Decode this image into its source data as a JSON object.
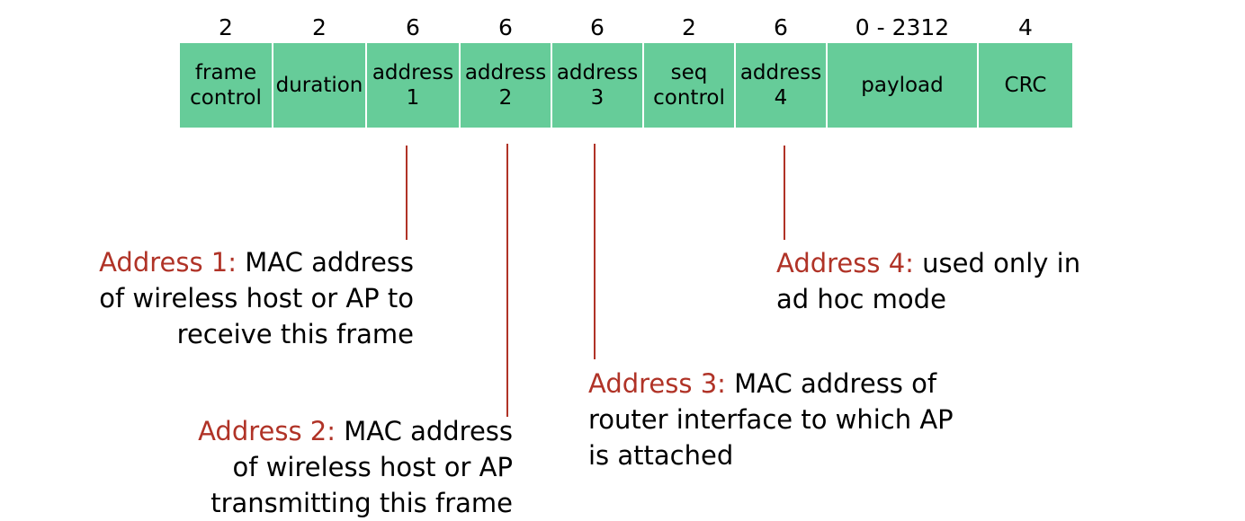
{
  "frame": {
    "fields": [
      {
        "size": "2",
        "label": "frame\ncontrol"
      },
      {
        "size": "2",
        "label": "duration"
      },
      {
        "size": "6",
        "label": "address\n1"
      },
      {
        "size": "6",
        "label": "address\n2"
      },
      {
        "size": "6",
        "label": "address\n3"
      },
      {
        "size": "2",
        "label": "seq\ncontrol"
      },
      {
        "size": "6",
        "label": "address\n4"
      },
      {
        "size": "0 - 2312",
        "label": "payload"
      },
      {
        "size": "4",
        "label": "CRC"
      }
    ]
  },
  "notes": {
    "address1": {
      "title": "Address 1:",
      "line1_rest": " MAC address",
      "line2": "of wireless host or AP  to",
      "line3": "receive this frame"
    },
    "address2": {
      "title": "Address 2:",
      "line1_rest": " MAC address",
      "line2": "of wireless host or AP",
      "line3": "transmitting this frame"
    },
    "address3": {
      "title": "Address 3:",
      "line1_rest": " MAC address of",
      "line2": "router interface to which AP",
      "line3": "is attached"
    },
    "address4": {
      "title": "Address 4:",
      "line1_rest": " used only in",
      "line2": "ad hoc mode"
    }
  },
  "colors": {
    "field_fill": "#66cc99",
    "highlight": "#b03327",
    "connector": "#b03327"
  }
}
